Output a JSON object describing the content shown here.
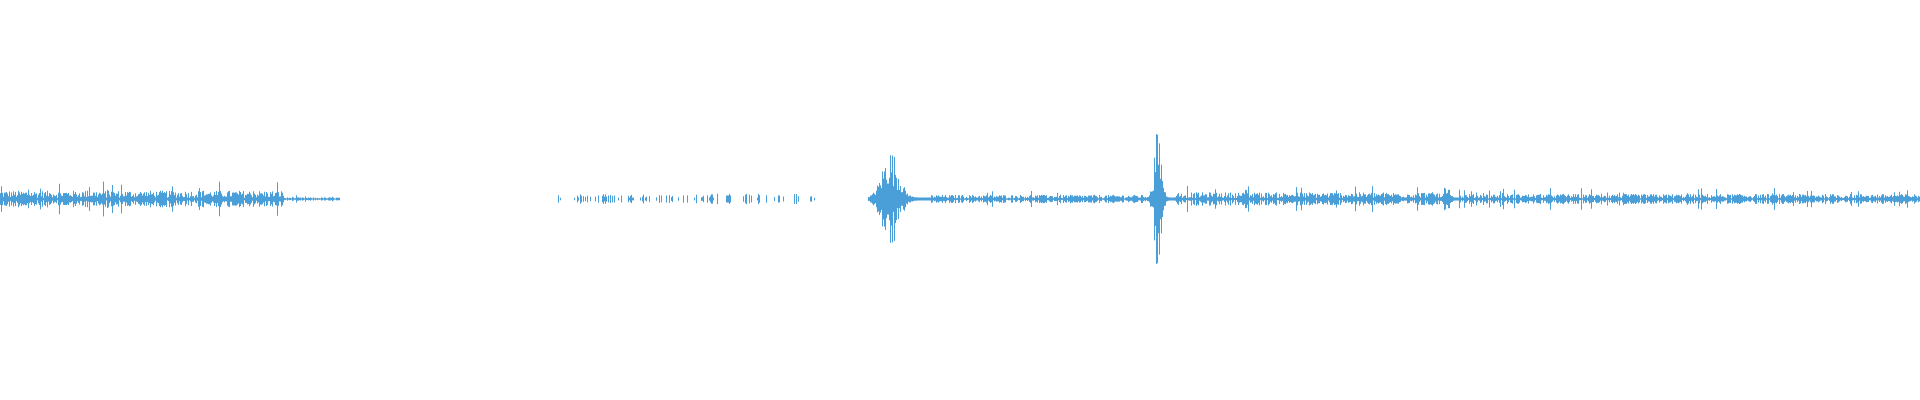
{
  "waveform": {
    "color": "#4a9fd8",
    "background": "#ffffff",
    "icon": "audio-waveform",
    "description_segments": [
      {
        "kind": "continuous",
        "from": 0.0,
        "to": 0.148,
        "amp": 0.02
      },
      {
        "kind": "continuous",
        "from": 0.148,
        "to": 0.177,
        "amp": 0.004
      },
      {
        "kind": "sparse",
        "from": 0.29,
        "to": 0.425,
        "amp": 0.01
      },
      {
        "kind": "burst",
        "from": 0.452,
        "to": 0.485,
        "amp": 0.11
      },
      {
        "kind": "continuous",
        "from": 0.485,
        "to": 0.598,
        "amp": 0.01
      },
      {
        "kind": "burst",
        "from": 0.598,
        "to": 0.612,
        "amp": 0.16
      },
      {
        "kind": "continuous",
        "from": 0.612,
        "to": 0.75,
        "amp": 0.016
      },
      {
        "kind": "burst",
        "from": 0.75,
        "to": 0.76,
        "amp": 0.04
      },
      {
        "kind": "continuous",
        "from": 0.76,
        "to": 1.0,
        "amp": 0.012
      }
    ]
  }
}
